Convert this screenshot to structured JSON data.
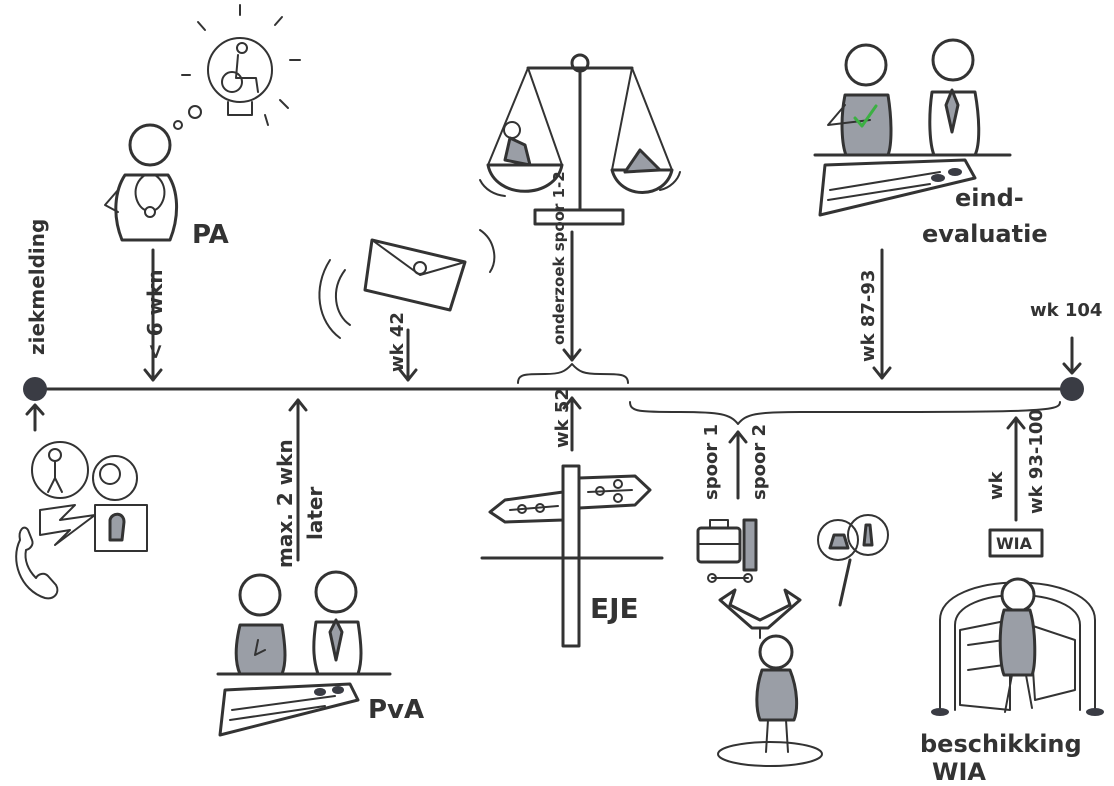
{
  "labels": {
    "ziekmelding": "ziekmelding",
    "lt6wkn": "< 6 wkn",
    "pa": "PA",
    "wk42": "wk 42",
    "onderzoek": "onderzoek spoor 1-2",
    "wk8793": "wk 87-93",
    "eind": "eind-",
    "evaluatie": "evaluatie",
    "wk104": "wk 104",
    "max2wkn": "max. 2 wkn",
    "later": "later",
    "pva": "PvA",
    "wk52": "wk 52",
    "eje": "EJE",
    "spoor1": "spoor 1",
    "spoor2": "spoor 2",
    "wk93100": "wk 93-100",
    "wia_sign": "WIA",
    "beschikking": "beschikking",
    "wia": "WIA"
  },
  "colors": {
    "ink": "#333333",
    "figure_fill": "#9a9ea6",
    "check": "#3cb043"
  }
}
